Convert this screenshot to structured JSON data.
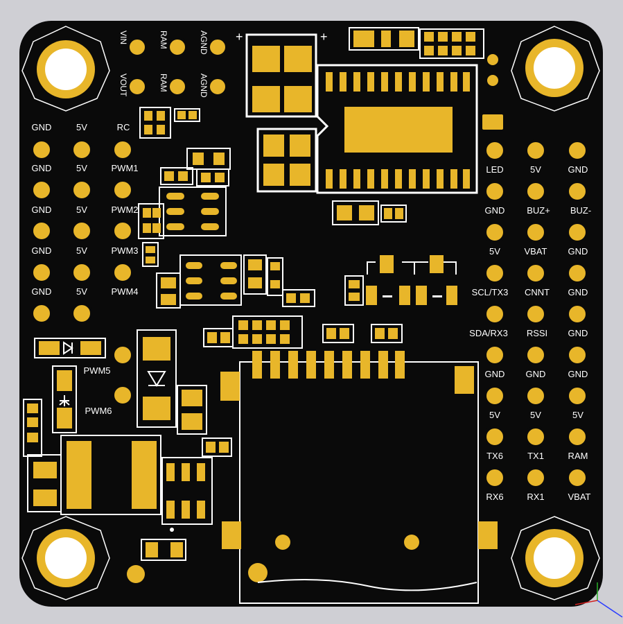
{
  "colors": {
    "background": "#cfcfd4",
    "board": "#0a0a0a",
    "pad": "#e8b62a",
    "outline": "#ffffff",
    "silkscreen": "#ffffff"
  },
  "top_pads": {
    "row1": [
      "VIN",
      "RAM",
      "AGND"
    ],
    "row2": [
      "VOUT",
      "RAM",
      "AGND"
    ]
  },
  "left_header": {
    "col_gnd": [
      "GND",
      "GND",
      "GND",
      "GND",
      "GND"
    ],
    "col_5v": [
      "5V",
      "5V",
      "5V",
      "5V",
      "5V"
    ],
    "col_sig": [
      "RC",
      "PWM1",
      "PWM2",
      "PWM3",
      "PWM4"
    ],
    "extra": [
      "PWM5",
      "PWM6"
    ]
  },
  "right_header": {
    "col1": [
      "LED",
      "GND",
      "5V",
      "SCL/TX3",
      "SDA/RX3",
      "GND",
      "5V",
      "TX6",
      "RX6"
    ],
    "col2": [
      "5V",
      "BUZ+",
      "VBAT",
      "CNNT",
      "RSSI",
      "GND",
      "5V",
      "TX1",
      "RX1"
    ],
    "col3": [
      "GND",
      "BUZ-",
      "GND",
      "GND",
      "GND",
      "GND",
      "5V",
      "RAM",
      "VBAT"
    ]
  },
  "polarity_marks": [
    "+",
    "+"
  ]
}
